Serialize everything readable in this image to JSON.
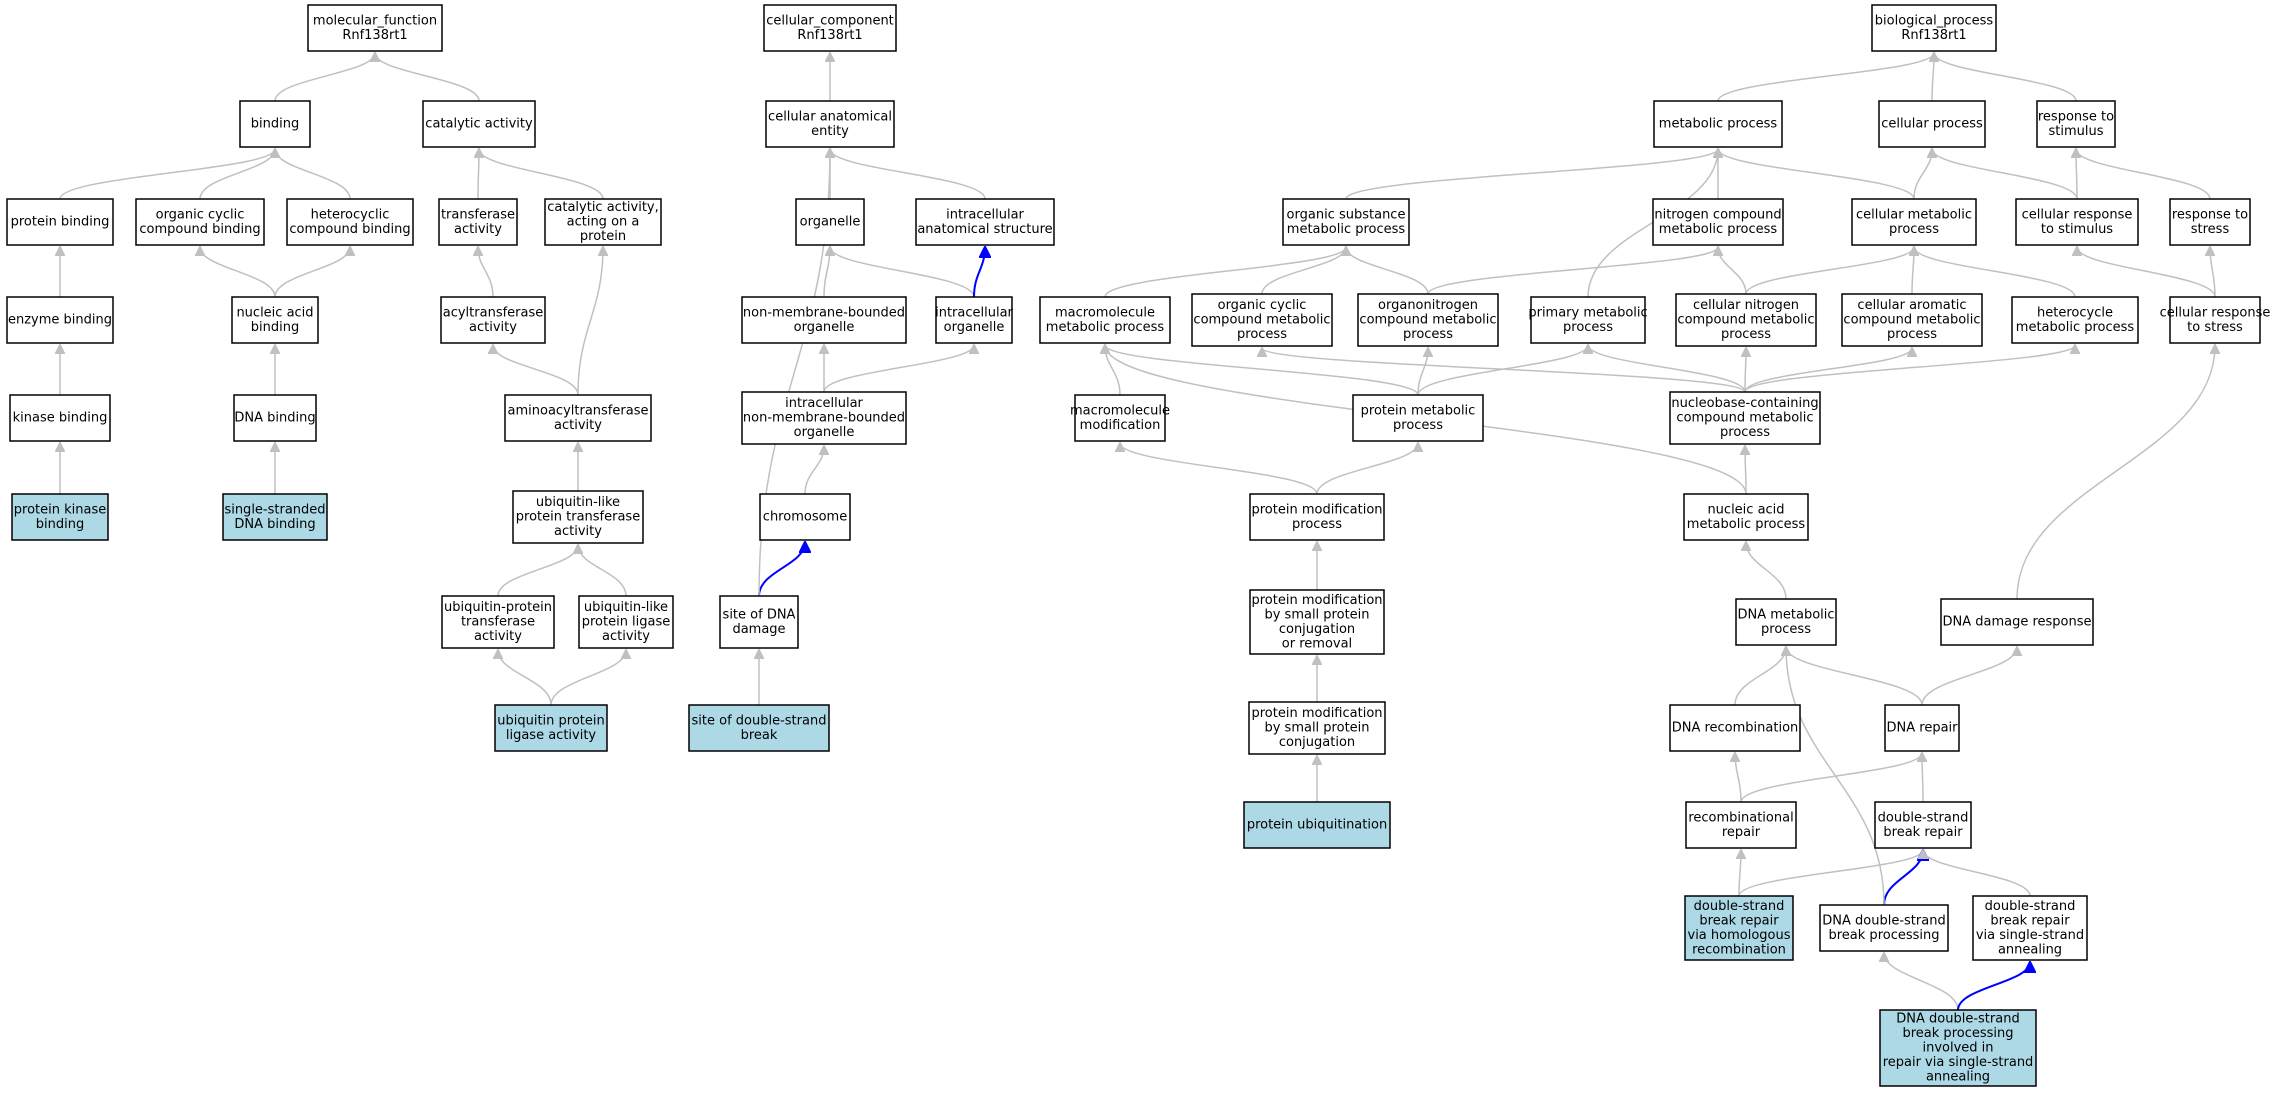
{
  "colors": {
    "node_fill": "#ffffff",
    "annotated_fill": "#add8e6",
    "node_border": "#000000",
    "edge": "#c0c0c0",
    "highlight_edge": "#0000ff"
  },
  "nodes": [
    {
      "id": "mf_root",
      "lines": [
        "molecular_function",
        "Rnf138rt1"
      ]
    },
    {
      "id": "binding",
      "lines": [
        "binding"
      ]
    },
    {
      "id": "catalytic",
      "lines": [
        "catalytic activity"
      ]
    },
    {
      "id": "protein_binding",
      "lines": [
        "protein binding"
      ]
    },
    {
      "id": "org_cyclic_binding",
      "lines": [
        "organic cyclic",
        "compound binding"
      ]
    },
    {
      "id": "hetero_binding",
      "lines": [
        "heterocyclic",
        "compound binding"
      ]
    },
    {
      "id": "transferase",
      "lines": [
        "transferase",
        "activity"
      ]
    },
    {
      "id": "cat_protein",
      "lines": [
        "catalytic activity,",
        "acting on a",
        "protein"
      ]
    },
    {
      "id": "enzyme_binding",
      "lines": [
        "enzyme binding"
      ]
    },
    {
      "id": "nucleic_binding",
      "lines": [
        "nucleic acid",
        "binding"
      ]
    },
    {
      "id": "acyltransferase",
      "lines": [
        "acyltransferase",
        "activity"
      ]
    },
    {
      "id": "kinase_binding",
      "lines": [
        "kinase binding"
      ]
    },
    {
      "id": "dna_binding",
      "lines": [
        "DNA binding"
      ]
    },
    {
      "id": "aminoacyl",
      "lines": [
        "aminoacyltransferase",
        "activity"
      ]
    },
    {
      "id": "prot_kinase_binding",
      "lines": [
        "protein kinase",
        "binding"
      ],
      "annotated": true
    },
    {
      "id": "ss_dna_binding",
      "lines": [
        "single-stranded",
        "DNA binding"
      ],
      "annotated": true
    },
    {
      "id": "ubl_transferase",
      "lines": [
        "ubiquitin-like",
        "protein transferase",
        "activity"
      ]
    },
    {
      "id": "ub_prot_transferase",
      "lines": [
        "ubiquitin-protein",
        "transferase",
        "activity"
      ]
    },
    {
      "id": "ubl_ligase",
      "lines": [
        "ubiquitin-like",
        "protein ligase",
        "activity"
      ]
    },
    {
      "id": "ub_ligase",
      "lines": [
        "ubiquitin protein",
        "ligase activity"
      ],
      "annotated": true
    },
    {
      "id": "cc_root",
      "lines": [
        "cellular_component",
        "Rnf138rt1"
      ]
    },
    {
      "id": "cell_anat",
      "lines": [
        "cellular anatomical",
        "entity"
      ]
    },
    {
      "id": "organelle",
      "lines": [
        "organelle"
      ]
    },
    {
      "id": "intra_anat",
      "lines": [
        "intracellular",
        "anatomical structure"
      ]
    },
    {
      "id": "nonmem_org",
      "lines": [
        "non-membrane-bounded",
        "organelle"
      ]
    },
    {
      "id": "intra_org",
      "lines": [
        "intracellular",
        "organelle"
      ]
    },
    {
      "id": "intra_nonmem_org",
      "lines": [
        "intracellular",
        "non-membrane-bounded",
        "organelle"
      ]
    },
    {
      "id": "chromosome",
      "lines": [
        "chromosome"
      ]
    },
    {
      "id": "site_dna_damage",
      "lines": [
        "site of DNA",
        "damage"
      ]
    },
    {
      "id": "site_dsb",
      "lines": [
        "site of double-strand",
        "break"
      ],
      "annotated": true
    },
    {
      "id": "bp_root",
      "lines": [
        "biological_process",
        "Rnf138rt1"
      ]
    },
    {
      "id": "metabolic",
      "lines": [
        "metabolic process"
      ]
    },
    {
      "id": "cellular_proc",
      "lines": [
        "cellular process"
      ]
    },
    {
      "id": "resp_stimulus",
      "lines": [
        "response to",
        "stimulus"
      ]
    },
    {
      "id": "org_subst_met",
      "lines": [
        "organic substance",
        "metabolic process"
      ]
    },
    {
      "id": "nitrogen_met",
      "lines": [
        "nitrogen compound",
        "metabolic process"
      ]
    },
    {
      "id": "cell_met",
      "lines": [
        "cellular metabolic",
        "process"
      ]
    },
    {
      "id": "cell_resp_stim",
      "lines": [
        "cellular response",
        "to stimulus"
      ]
    },
    {
      "id": "resp_stress",
      "lines": [
        "response to",
        "stress"
      ]
    },
    {
      "id": "macro_met",
      "lines": [
        "macromolecule",
        "metabolic process"
      ]
    },
    {
      "id": "org_cyclic_met",
      "lines": [
        "organic cyclic",
        "compound metabolic",
        "process"
      ]
    },
    {
      "id": "organonitrogen_met",
      "lines": [
        "organonitrogen",
        "compound metabolic",
        "process"
      ]
    },
    {
      "id": "primary_met",
      "lines": [
        "primary metabolic",
        "process"
      ]
    },
    {
      "id": "cell_nitrogen_met",
      "lines": [
        "cellular nitrogen",
        "compound metabolic",
        "process"
      ]
    },
    {
      "id": "cell_arom_met",
      "lines": [
        "cellular aromatic",
        "compound metabolic",
        "process"
      ]
    },
    {
      "id": "heterocycle_met",
      "lines": [
        "heterocycle",
        "metabolic process"
      ]
    },
    {
      "id": "cell_resp_stress",
      "lines": [
        "cellular response",
        "to stress"
      ]
    },
    {
      "id": "macro_mod",
      "lines": [
        "macromolecule",
        "modification"
      ]
    },
    {
      "id": "protein_met",
      "lines": [
        "protein metabolic",
        "process"
      ]
    },
    {
      "id": "nucleobase_met",
      "lines": [
        "nucleobase-containing",
        "compound metabolic",
        "process"
      ]
    },
    {
      "id": "prot_mod",
      "lines": [
        "protein modification",
        "process"
      ]
    },
    {
      "id": "nucleic_met",
      "lines": [
        "nucleic acid",
        "metabolic process"
      ]
    },
    {
      "id": "prot_mod_small_rem",
      "lines": [
        "protein modification",
        "by small protein",
        "conjugation",
        "or removal"
      ]
    },
    {
      "id": "dna_met",
      "lines": [
        "DNA metabolic",
        "process"
      ]
    },
    {
      "id": "dna_damage_resp",
      "lines": [
        "DNA damage response"
      ]
    },
    {
      "id": "prot_mod_small",
      "lines": [
        "protein modification",
        "by small protein",
        "conjugation"
      ]
    },
    {
      "id": "dna_recomb",
      "lines": [
        "DNA recombination"
      ]
    },
    {
      "id": "dna_repair",
      "lines": [
        "DNA repair"
      ]
    },
    {
      "id": "prot_ubiq",
      "lines": [
        "protein ubiquitination"
      ],
      "annotated": true
    },
    {
      "id": "recomb_repair",
      "lines": [
        "recombinational",
        "repair"
      ]
    },
    {
      "id": "dsb_repair",
      "lines": [
        "double-strand",
        "break repair"
      ]
    },
    {
      "id": "dsb_repair_hr",
      "lines": [
        "double-strand",
        "break repair",
        "via homologous",
        "recombination"
      ],
      "annotated": true
    },
    {
      "id": "dna_dsb_proc",
      "lines": [
        "DNA double-strand",
        "break processing"
      ]
    },
    {
      "id": "dsb_repair_ssa",
      "lines": [
        "double-strand",
        "break repair",
        "via single-strand",
        "annealing"
      ]
    },
    {
      "id": "dna_dsb_proc_ssa",
      "lines": [
        "DNA double-strand",
        "break processing",
        "involved in",
        "repair via single-strand",
        "annealing"
      ],
      "annotated": true
    }
  ],
  "edges": [
    {
      "from": "binding",
      "to": "mf_root"
    },
    {
      "from": "catalytic",
      "to": "mf_root"
    },
    {
      "from": "protein_binding",
      "to": "binding"
    },
    {
      "from": "org_cyclic_binding",
      "to": "binding"
    },
    {
      "from": "hetero_binding",
      "to": "binding"
    },
    {
      "from": "transferase",
      "to": "catalytic"
    },
    {
      "from": "cat_protein",
      "to": "catalytic"
    },
    {
      "from": "enzyme_binding",
      "to": "protein_binding"
    },
    {
      "from": "nucleic_binding",
      "to": "org_cyclic_binding"
    },
    {
      "from": "nucleic_binding",
      "to": "hetero_binding"
    },
    {
      "from": "acyltransferase",
      "to": "transferase"
    },
    {
      "from": "kinase_binding",
      "to": "enzyme_binding"
    },
    {
      "from": "dna_binding",
      "to": "nucleic_binding"
    },
    {
      "from": "aminoacyl",
      "to": "acyltransferase"
    },
    {
      "from": "aminoacyl",
      "to": "cat_protein"
    },
    {
      "from": "prot_kinase_binding",
      "to": "kinase_binding"
    },
    {
      "from": "ss_dna_binding",
      "to": "dna_binding"
    },
    {
      "from": "ubl_transferase",
      "to": "aminoacyl"
    },
    {
      "from": "ub_prot_transferase",
      "to": "ubl_transferase"
    },
    {
      "from": "ubl_ligase",
      "to": "ubl_transferase"
    },
    {
      "from": "ub_ligase",
      "to": "ub_prot_transferase"
    },
    {
      "from": "ub_ligase",
      "to": "ubl_ligase"
    },
    {
      "from": "cell_anat",
      "to": "cc_root"
    },
    {
      "from": "organelle",
      "to": "cell_anat"
    },
    {
      "from": "intra_anat",
      "to": "cell_anat"
    },
    {
      "from": "nonmem_org",
      "to": "organelle"
    },
    {
      "from": "intra_org",
      "to": "organelle"
    },
    {
      "from": "intra_org",
      "to": "intra_anat",
      "highlight": true
    },
    {
      "from": "intra_nonmem_org",
      "to": "nonmem_org"
    },
    {
      "from": "intra_nonmem_org",
      "to": "intra_org"
    },
    {
      "from": "chromosome",
      "to": "intra_nonmem_org"
    },
    {
      "from": "site_dna_damage",
      "to": "chromosome",
      "highlight": true
    },
    {
      "from": "site_dna_damage",
      "to": "cell_anat"
    },
    {
      "from": "site_dsb",
      "to": "site_dna_damage"
    },
    {
      "from": "metabolic",
      "to": "bp_root"
    },
    {
      "from": "cellular_proc",
      "to": "bp_root"
    },
    {
      "from": "resp_stimulus",
      "to": "bp_root"
    },
    {
      "from": "org_subst_met",
      "to": "metabolic"
    },
    {
      "from": "nitrogen_met",
      "to": "metabolic"
    },
    {
      "from": "cell_met",
      "to": "metabolic"
    },
    {
      "from": "cell_met",
      "to": "cellular_proc"
    },
    {
      "from": "cell_resp_stim",
      "to": "cellular_proc"
    },
    {
      "from": "cell_resp_stim",
      "to": "resp_stimulus"
    },
    {
      "from": "resp_stress",
      "to": "resp_stimulus"
    },
    {
      "from": "macro_met",
      "to": "org_subst_met"
    },
    {
      "from": "org_cyclic_met",
      "to": "org_subst_met"
    },
    {
      "from": "organonitrogen_met",
      "to": "org_subst_met"
    },
    {
      "from": "organonitrogen_met",
      "to": "nitrogen_met"
    },
    {
      "from": "primary_met",
      "to": "metabolic"
    },
    {
      "from": "cell_nitrogen_met",
      "to": "nitrogen_met"
    },
    {
      "from": "cell_nitrogen_met",
      "to": "cell_met"
    },
    {
      "from": "cell_arom_met",
      "to": "cell_met"
    },
    {
      "from": "heterocycle_met",
      "to": "cell_met"
    },
    {
      "from": "cell_resp_stress",
      "to": "cell_resp_stim"
    },
    {
      "from": "cell_resp_stress",
      "to": "resp_stress"
    },
    {
      "from": "macro_mod",
      "to": "macro_met"
    },
    {
      "from": "protein_met",
      "to": "macro_met"
    },
    {
      "from": "protein_met",
      "to": "organonitrogen_met"
    },
    {
      "from": "protein_met",
      "to": "primary_met"
    },
    {
      "from": "nucleobase_met",
      "to": "org_cyclic_met"
    },
    {
      "from": "nucleobase_met",
      "to": "primary_met"
    },
    {
      "from": "nucleobase_met",
      "to": "cell_nitrogen_met"
    },
    {
      "from": "nucleobase_met",
      "to": "cell_arom_met"
    },
    {
      "from": "nucleobase_met",
      "to": "heterocycle_met"
    },
    {
      "from": "prot_mod",
      "to": "macro_mod"
    },
    {
      "from": "prot_mod",
      "to": "protein_met"
    },
    {
      "from": "nucleic_met",
      "to": "macro_met"
    },
    {
      "from": "nucleic_met",
      "to": "nucleobase_met"
    },
    {
      "from": "prot_mod_small_rem",
      "to": "prot_mod"
    },
    {
      "from": "dna_met",
      "to": "nucleic_met"
    },
    {
      "from": "dna_damage_resp",
      "to": "cell_resp_stress"
    },
    {
      "from": "prot_mod_small",
      "to": "prot_mod_small_rem"
    },
    {
      "from": "dna_recomb",
      "to": "dna_met"
    },
    {
      "from": "dna_repair",
      "to": "dna_met"
    },
    {
      "from": "dna_repair",
      "to": "dna_damage_resp"
    },
    {
      "from": "prot_ubiq",
      "to": "prot_mod_small"
    },
    {
      "from": "recomb_repair",
      "to": "dna_recomb"
    },
    {
      "from": "recomb_repair",
      "to": "dna_repair"
    },
    {
      "from": "dsb_repair",
      "to": "dna_repair"
    },
    {
      "from": "dsb_repair_hr",
      "to": "recomb_repair"
    },
    {
      "from": "dsb_repair_hr",
      "to": "dsb_repair"
    },
    {
      "from": "dna_dsb_proc",
      "to": "dsb_repair",
      "highlight": true
    },
    {
      "from": "dna_dsb_proc",
      "to": "dna_met"
    },
    {
      "from": "dsb_repair_ssa",
      "to": "dsb_repair"
    },
    {
      "from": "dna_dsb_proc_ssa",
      "to": "dna_dsb_proc"
    },
    {
      "from": "dna_dsb_proc_ssa",
      "to": "dsb_repair_ssa",
      "highlight": true
    }
  ]
}
